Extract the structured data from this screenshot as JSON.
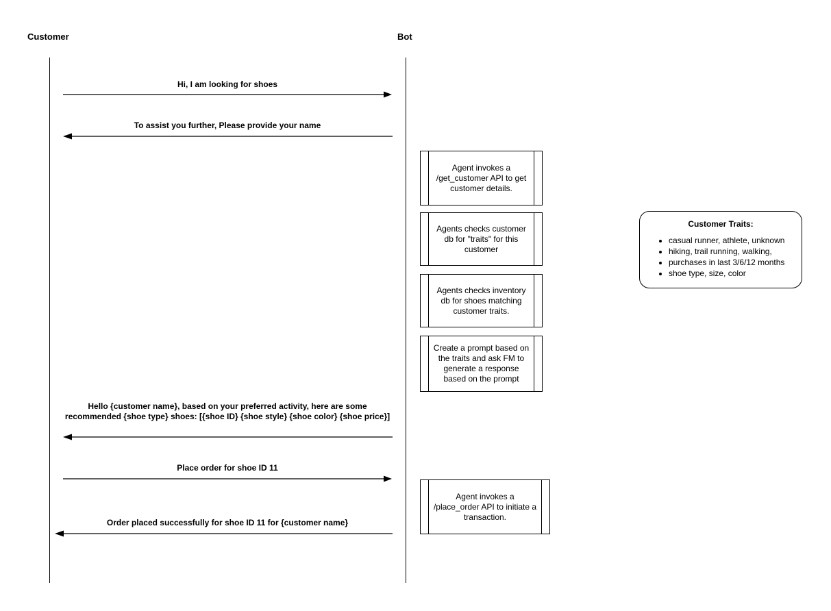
{
  "diagram": {
    "type": "sequence-diagram",
    "actors": [
      {
        "id": "customer",
        "label": "Customer"
      },
      {
        "id": "bot",
        "label": "Bot"
      }
    ],
    "messages": [
      {
        "id": "m1",
        "from": "customer",
        "to": "bot",
        "direction": "right",
        "label": "Hi, I am looking for shoes"
      },
      {
        "id": "m2",
        "from": "bot",
        "to": "customer",
        "direction": "left",
        "label": "To assist you further, Please provide your name"
      },
      {
        "id": "m3",
        "from": "bot",
        "to": "customer",
        "direction": "left",
        "label": "Hello {customer name}, based on your preferred activity, here are some recommended {shoe type} shoes: [{shoe ID} {shoe style} {shoe color} {shoe price}]"
      },
      {
        "id": "m4",
        "from": "customer",
        "to": "bot",
        "direction": "right",
        "label": "Place order for shoe ID 11"
      },
      {
        "id": "m5",
        "from": "bot",
        "to": "customer",
        "direction": "left",
        "label": "Order placed successfully for shoe ID 11 for {customer name}"
      }
    ],
    "activations": [
      {
        "id": "a1",
        "text": "Agent invokes a /get_customer API to get customer details."
      },
      {
        "id": "a2",
        "text": "Agents checks customer db for \"traits\" for this customer"
      },
      {
        "id": "a3",
        "text": "Agents checks inventory db for shoes matching customer traits."
      },
      {
        "id": "a4",
        "text": "Create a prompt based on the traits and ask FM to generate a response based on the prompt"
      },
      {
        "id": "a5",
        "text": "Agent invokes a /place_order API to initiate a transaction."
      }
    ],
    "note": {
      "title": "Customer Traits:",
      "items": [
        "casual runner, athlete, unknown",
        "hiking, trail running, walking,",
        "purchases in last 3/6/12 months",
        "shoe type, size, color"
      ]
    },
    "colors": {
      "line": "#000000",
      "text": "#000000",
      "background": "#ffffff"
    }
  }
}
